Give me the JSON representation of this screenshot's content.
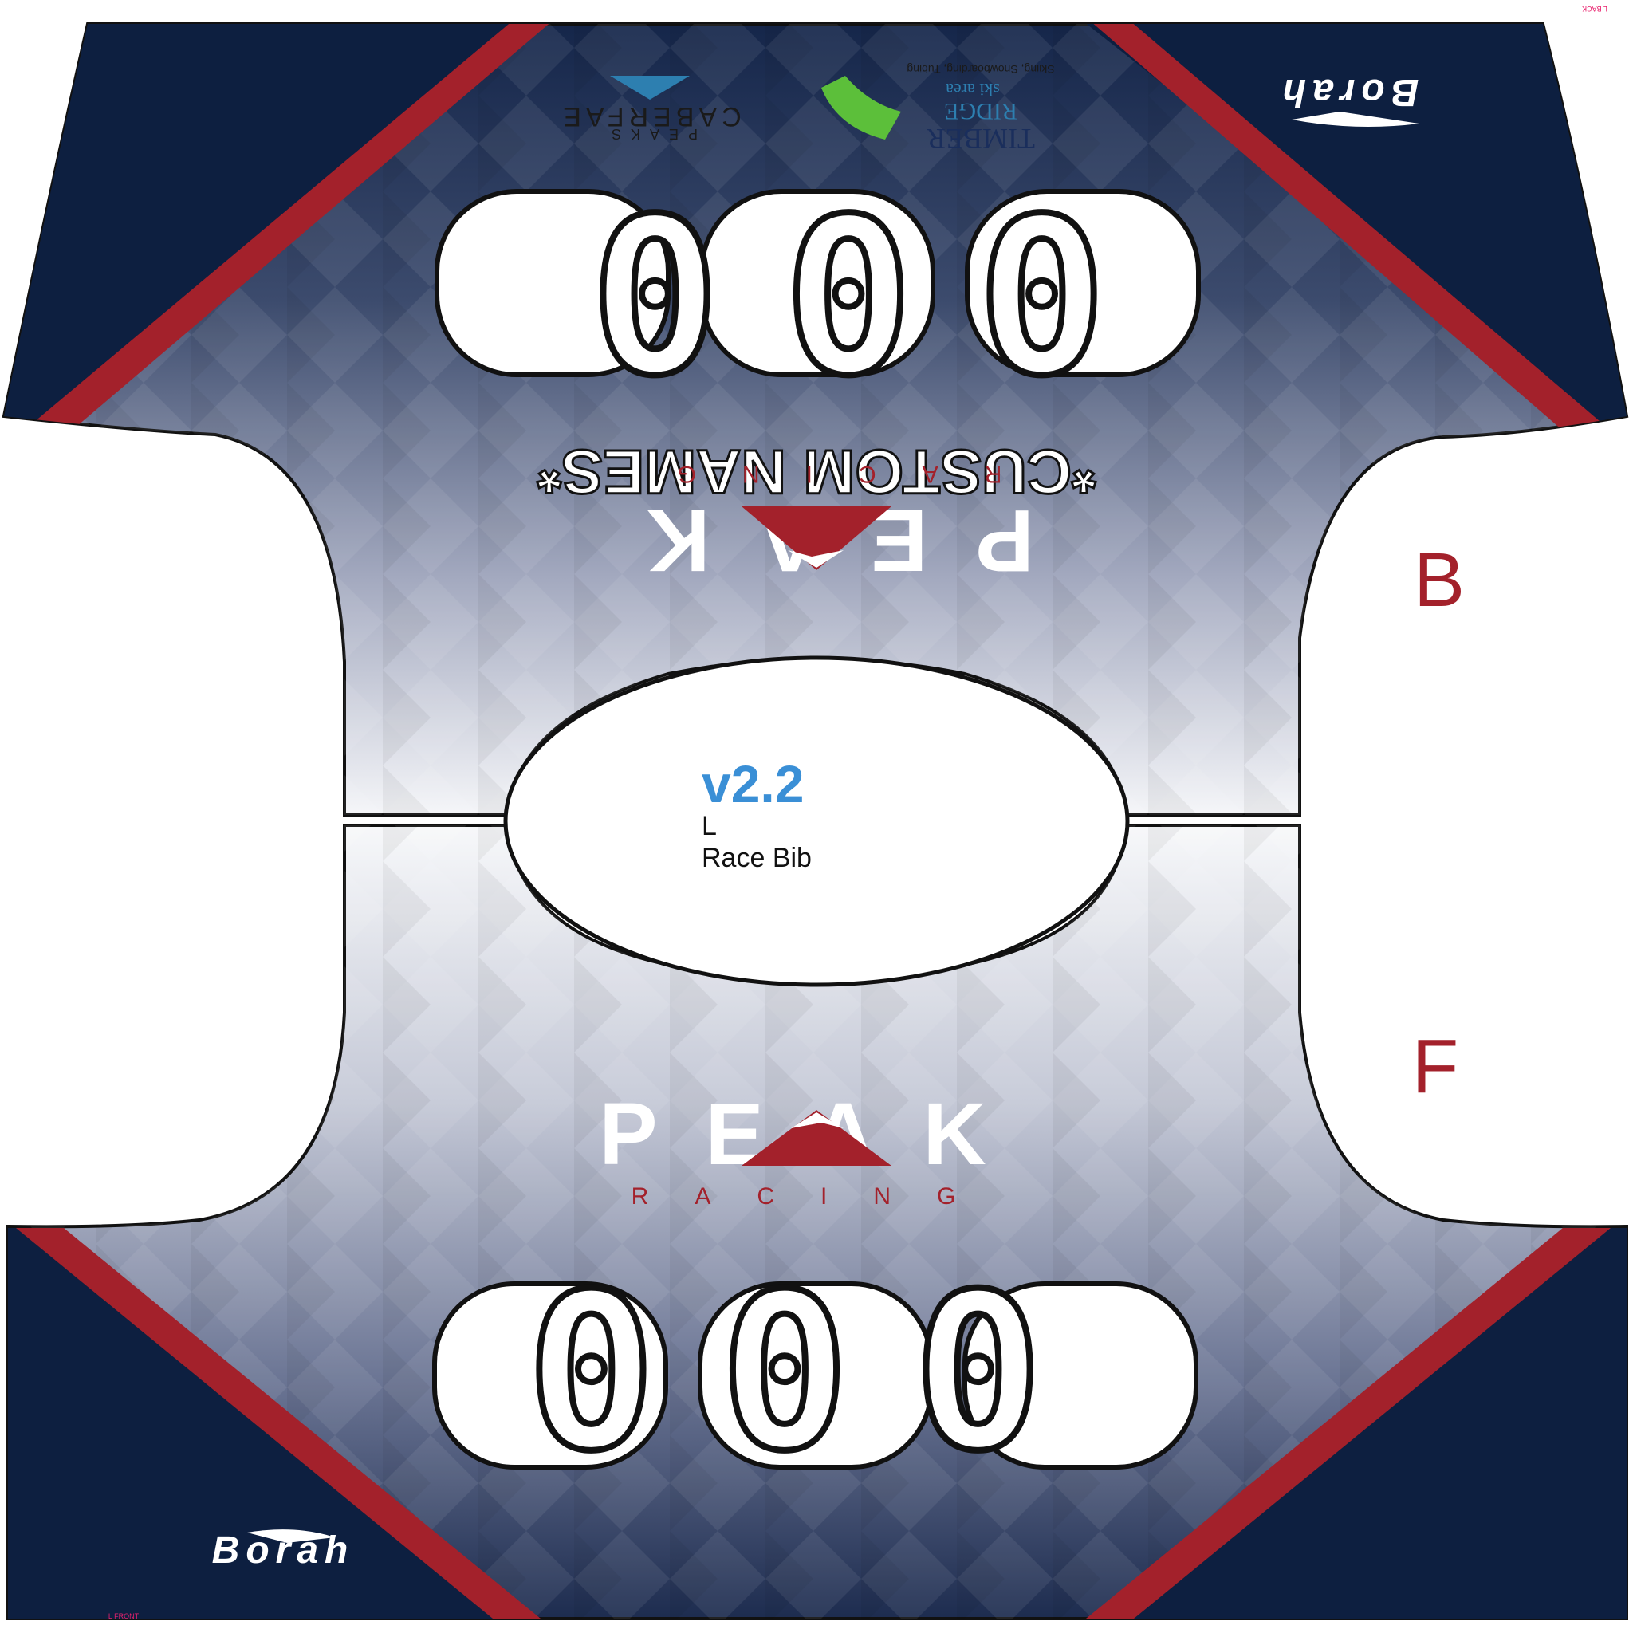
{
  "colors": {
    "navy": "#0d1f40",
    "red": "#a3212b",
    "mid": "#8d96b1",
    "light": "#eef0f5",
    "accent_blue": "#3a8fd6",
    "green": "#5cbf3a",
    "white": "#ffffff"
  },
  "back_panel": {
    "race_number": "000",
    "name_text": "*CUSTOM NAMES*",
    "brand_logo_text": "Borah",
    "sponsor_caberfae": {
      "name": "CABERFAE",
      "sub": "PEAKS"
    },
    "sponsor_timber_ridge": {
      "line1": "TIMBER",
      "line2": "RIDGE",
      "line3": "ski area",
      "tagline": "Skiing, Snowboarding, Tubing"
    },
    "team_logo": {
      "word": "PEAK",
      "sub": "RACING"
    }
  },
  "front_panel": {
    "race_number": "000",
    "brand_logo_text": "Borah",
    "team_logo": {
      "word": "PEAK",
      "sub": "RACING"
    }
  },
  "info": {
    "version": "v2.2",
    "size": "L",
    "product": "Race Bib"
  },
  "side_labels": {
    "back": "B",
    "front": "F"
  },
  "tags": {
    "back": "L BACK",
    "front": "L FRONT"
  }
}
